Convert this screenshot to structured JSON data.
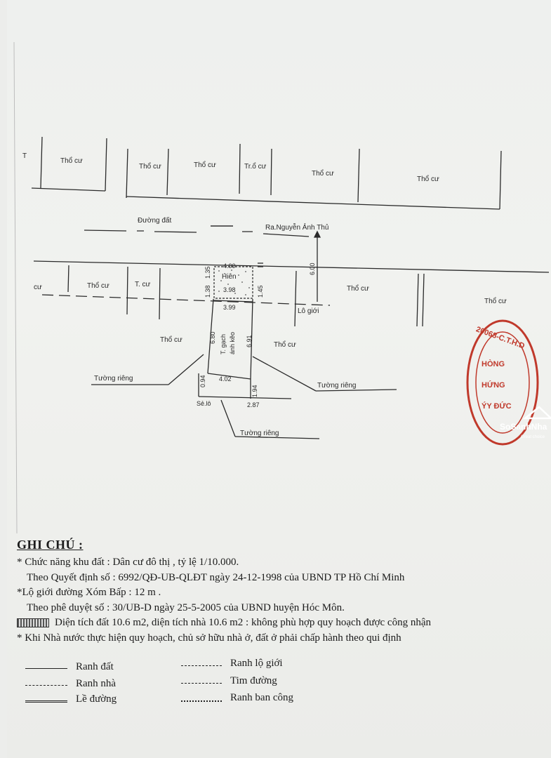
{
  "map": {
    "parcel_labels": {
      "thocu": "Thổ cư",
      "tcu": "T. cư",
      "trocu": "Tr.ổ cư",
      "cu": "cư",
      "tlead": "T"
    },
    "road_dirt": "Đường đất",
    "road_main": "Ra.Nguyễn Ảnh Thủ",
    "lo_gioi": "Lô giới",
    "hien": "Hiên",
    "house_label_1": "T. gạch",
    "house_label_2": "ánh kẽo",
    "tuong_rieng": "Tường riêng",
    "sao_lo": "Sẻ.lô",
    "dims": {
      "front_top": "4.00",
      "front_inner": "3.98",
      "mid": "3.99",
      "rear": "4.02",
      "left_top": "1.35",
      "left_mid": "1.38",
      "right_mid": "1.45",
      "left_long": "6.80",
      "right_long": "6.91",
      "left_rear": "0.94",
      "right_rear": "1.94",
      "bottom": "2.87",
      "setback": "6.00"
    },
    "stamp": {
      "text_top": "20068-C.T.H.D",
      "line1": "HÒNG",
      "line2": "HỨNG",
      "line3": "ÝY ĐỨC"
    }
  },
  "watermark": {
    "brand": "SoSanhNha",
    "tagline": "Great choice"
  },
  "notes": {
    "title": "GHI CHÚ :",
    "lines": [
      "* Chức năng khu đất : Dân cư đô thị , tỷ lệ 1/10.000.",
      "Theo Quyết định số : 6992/QĐ-UB-QLĐT ngày 24-12-1998 của UBND TP Hồ Chí Minh",
      "*Lộ giới đường Xóm Bấp : 12 m .",
      "Theo phê duyệt số : 30/UB-D ngày 25-5-2005 của UBND huyện Hóc Môn.",
      "Diện tích đất 10.6 m2, diện tích nhà 10.6 m2 : không phù hợp quy hoạch được công nhận",
      "* Khi Nhà nước thực hiện quy hoạch, chủ sở hữu nhà ở, đất ở phải chấp hành theo qui định"
    ]
  },
  "legend": {
    "ranh_dat": "Ranh đất",
    "ranh_nha": "Ranh nhà",
    "le_duong": "Lề đường",
    "ranh_lo_gioi": "Ranh lộ giới",
    "tim_duong": "Tim đường",
    "ranh_ban_cong": "Ranh ban công"
  }
}
